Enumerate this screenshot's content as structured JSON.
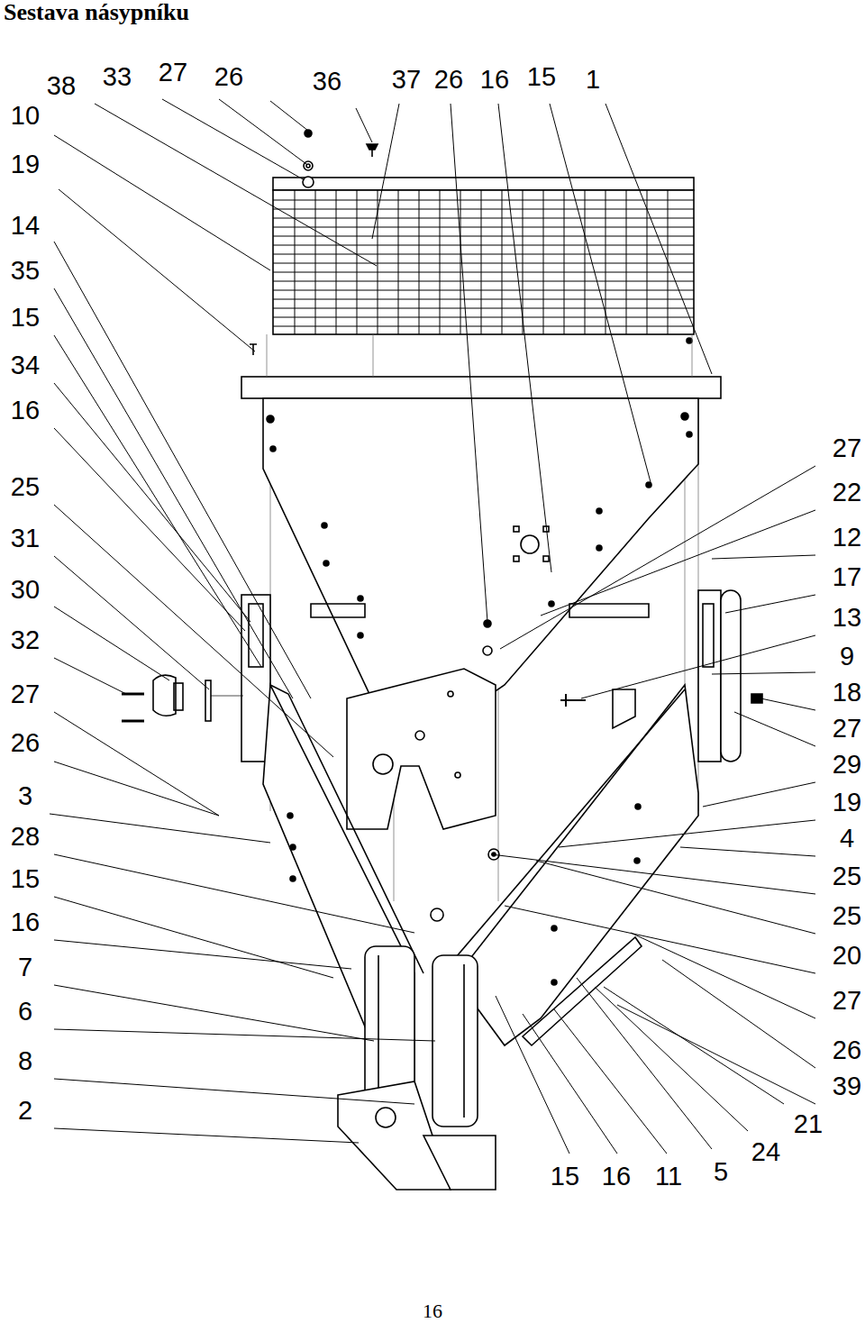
{
  "diagram": {
    "title": "Sestava násypníku",
    "labels": [
      "38",
      "33",
      "27",
      "26",
      "36",
      "37",
      "26",
      "16",
      "15",
      "1",
      "10",
      "19",
      "14",
      "35",
      "15",
      "34",
      "16",
      "25",
      "31",
      "30",
      "32",
      "27",
      "26",
      "3",
      "28",
      "15",
      "16",
      "7",
      "6",
      "8",
      "2",
      "27",
      "22",
      "12",
      "17",
      "13",
      "9",
      "18",
      "27",
      "29",
      "19",
      "4",
      "25",
      "25",
      "20",
      "27",
      "26",
      "39",
      "21",
      "24",
      "5",
      "11",
      "16",
      "15",
      "16"
    ]
  }
}
